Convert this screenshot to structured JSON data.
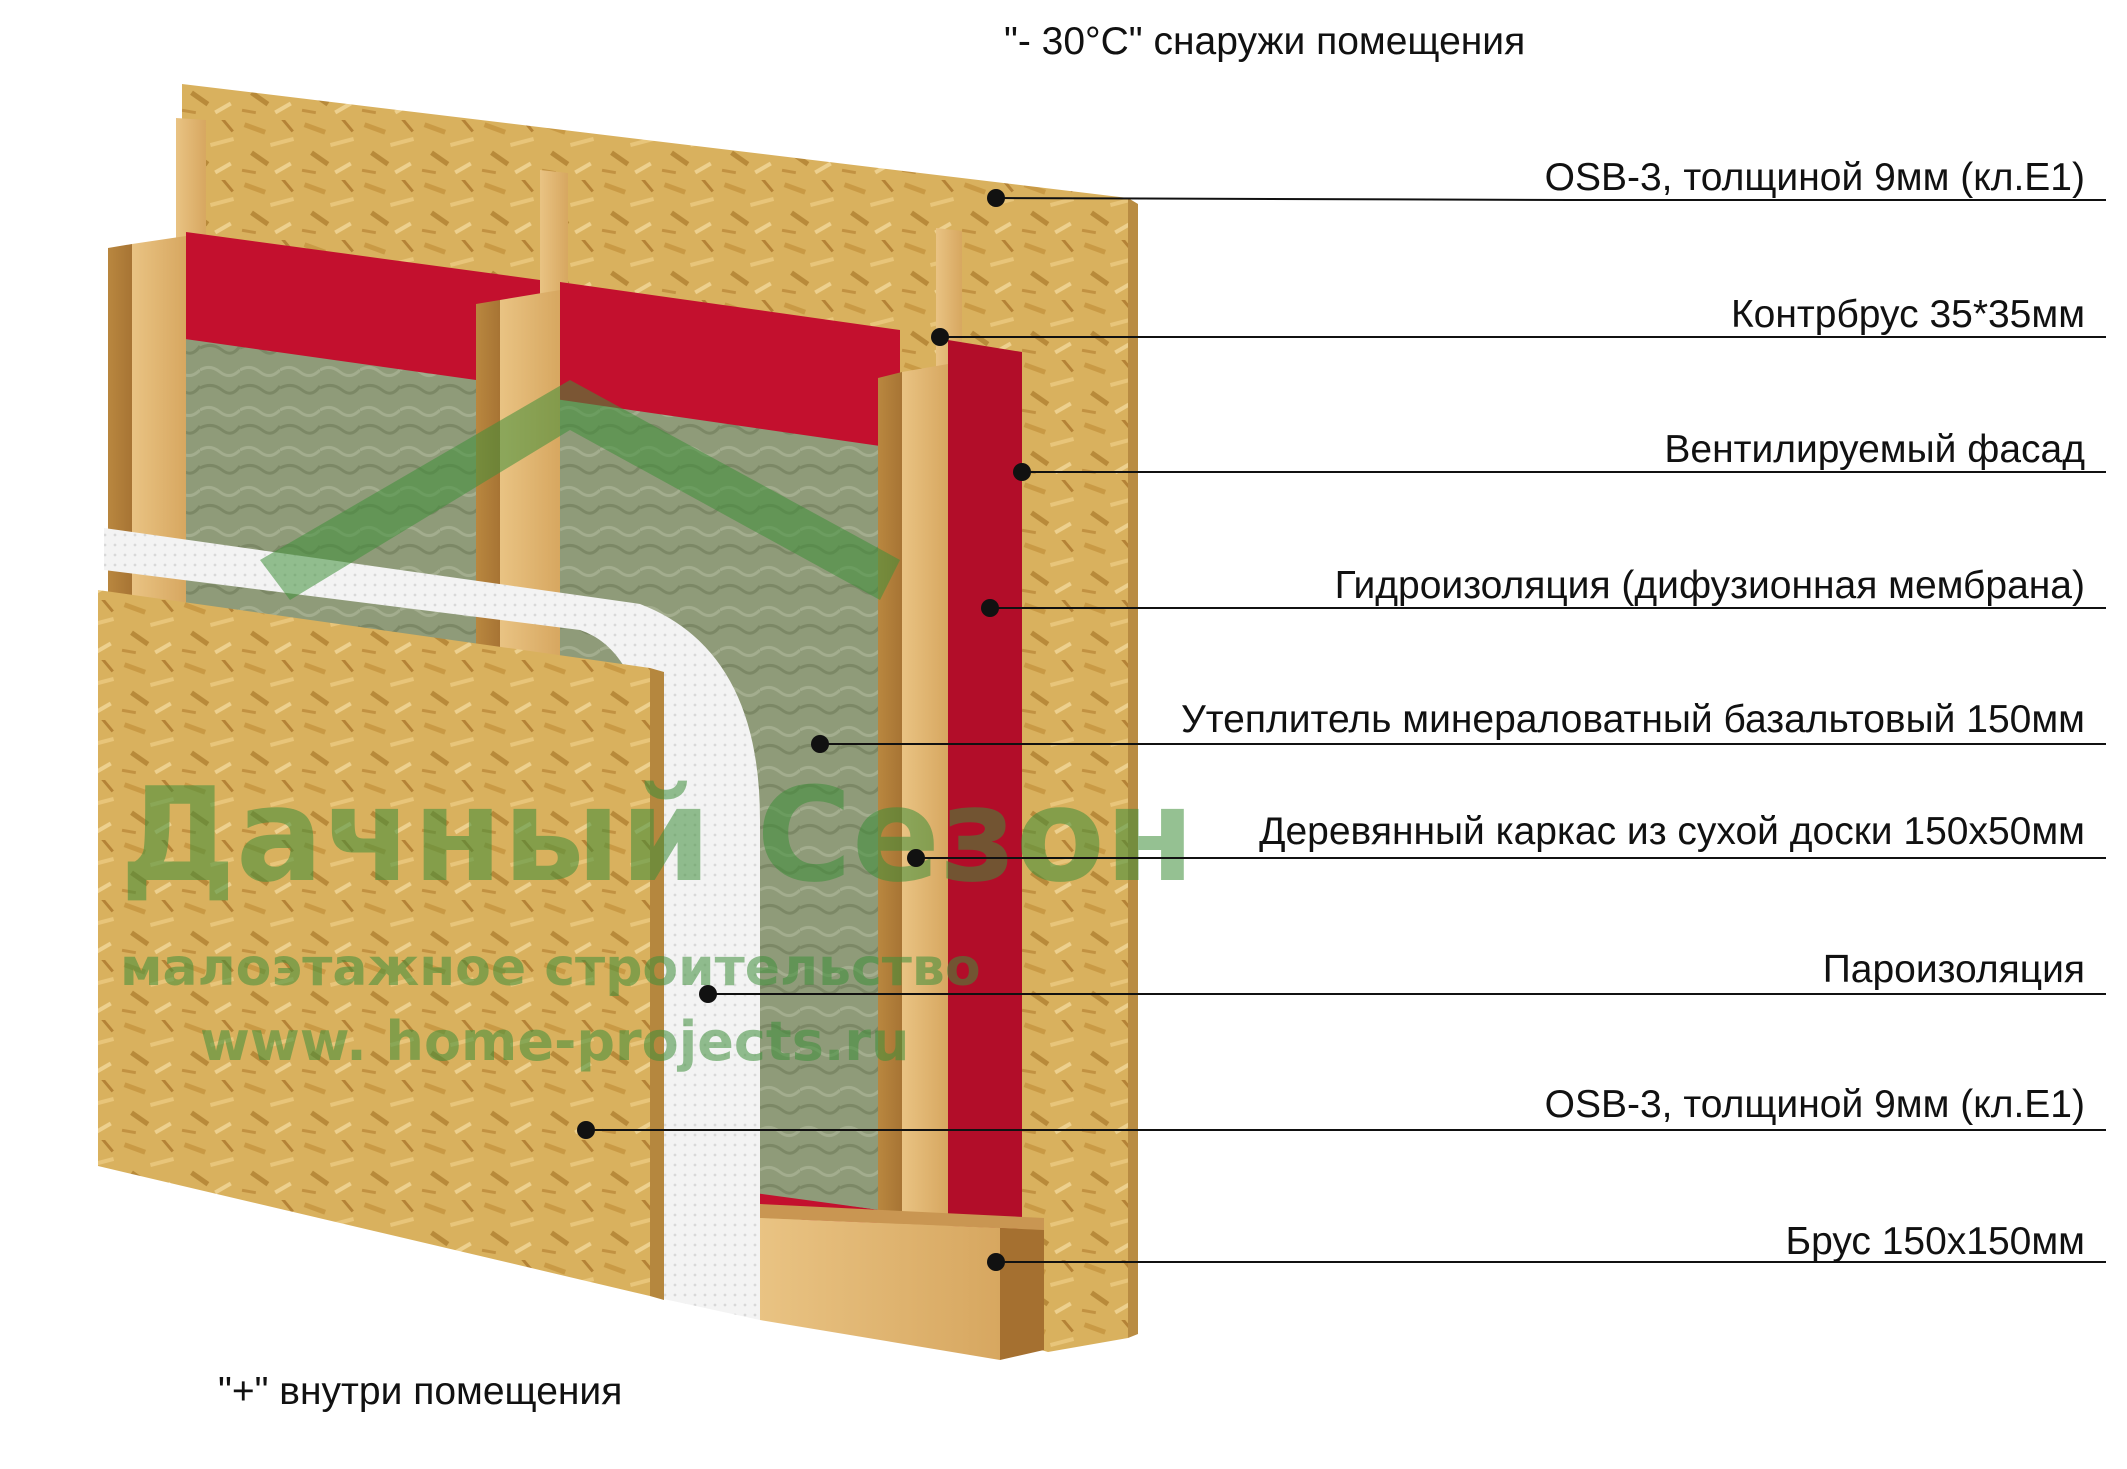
{
  "outside_caption": "\"- 30°C\" снаружи помещения",
  "inside_caption": "\"+\" внутри помещения",
  "layers": [
    {
      "label": "OSB-3, толщиной 9мм (кл.Е1)"
    },
    {
      "label": "Контрбрус 35*35мм"
    },
    {
      "label": "Вентилируемый фасад"
    },
    {
      "label": "Гидроизоляция (дифузионная мембрана)"
    },
    {
      "label": "Утеплитель минераловатный базальтовый 150мм"
    },
    {
      "label": "Деревянный каркас из сухой доски 150х50мм"
    },
    {
      "label": "Пароизоляция"
    },
    {
      "label": "OSB-3, толщиной 9мм (кл.Е1)"
    },
    {
      "label": "Брус 150х150мм"
    }
  ],
  "watermark": {
    "title": "Дачный Сезон",
    "subtitle": "малоэтажное строительство",
    "url": "www. home-projects.ru"
  },
  "colors": {
    "osb": "#d9b15e",
    "membrane_red": "#c3102e",
    "insulation": "#8e9a78",
    "timber": "#e2b674",
    "vapor_barrier": "#f2f2f2",
    "watermark_green": "#3f8f3a"
  }
}
